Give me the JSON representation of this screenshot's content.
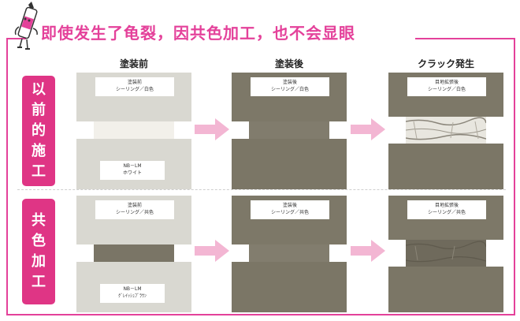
{
  "headline": "即使发生了龟裂，因共色加工，也不会显眼",
  "columns": [
    "塗装前",
    "塗装後",
    "クラック発生"
  ],
  "rows": [
    {
      "label_chars": [
        "以",
        "前",
        "的",
        "施",
        "工"
      ],
      "panels": [
        {
          "card_line1": "塗装前",
          "card_line2": "シーリング／白色",
          "bottom_line1": "NB－LM",
          "bottom_line2": "ホワイト"
        },
        {
          "card_line1": "塗装後",
          "card_line2": "シーリング／白色"
        },
        {
          "card_line1": "目地拡張後",
          "card_line2": "シーリング／白色"
        }
      ]
    },
    {
      "label_chars": [
        "共",
        "色",
        "加",
        "工"
      ],
      "panels": [
        {
          "card_line1": "塗装前",
          "card_line2": "シーリング／共色",
          "bottom_line1": "NB－LM",
          "bottom_line2": "ｸﾞﾚｲｯｼｭﾌﾞﾗｳﾝ"
        },
        {
          "card_line1": "塗装後",
          "card_line2": "シーリング／共色"
        },
        {
          "card_line1": "目地拡張後",
          "card_line2": "シーリング／共色"
        }
      ]
    }
  ],
  "colors": {
    "accent": "#e4419a",
    "label_bg": "#df3585",
    "white_board": "#d9d8d1",
    "painted_board": "#7d7868",
    "white_sealant": "#f2f0ea",
    "shared_sealant": "#7a7566",
    "arrow": "#f3b6d3"
  }
}
